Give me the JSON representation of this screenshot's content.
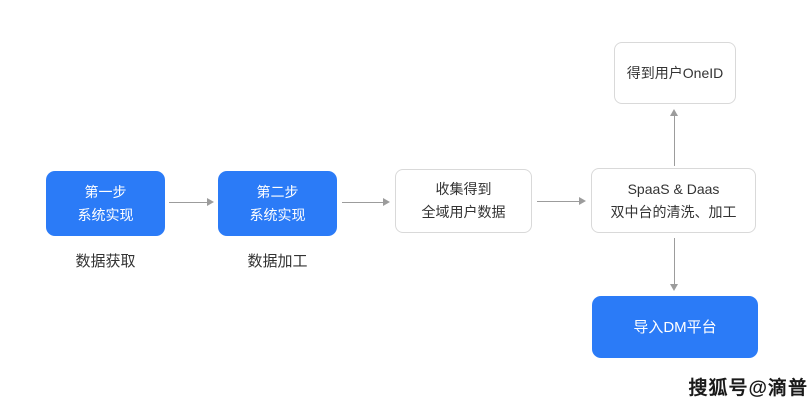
{
  "diagram": {
    "nodes": {
      "step1": {
        "line1": "第一步",
        "line2": "系统实现",
        "caption": "数据获取"
      },
      "step2": {
        "line1": "第二步",
        "line2": "系统实现",
        "caption": "数据加工"
      },
      "collect": {
        "line1": "收集得到",
        "line2": "全域用户数据"
      },
      "middleware": {
        "line1": "SpaaS & Daas",
        "line2": "双中台的清洗、加工"
      },
      "oneid": {
        "label": "得到用户OneID"
      },
      "dm": {
        "label": "导入DM平台"
      }
    },
    "colors": {
      "node_blue": "#2B7BF7",
      "node_border": "#D9D9D9",
      "arrow_gray": "#9C9C9C",
      "text_dark": "#333333",
      "text_light": "#FFFFFF"
    }
  },
  "watermark": {
    "text": "搜狐号@滴普"
  }
}
